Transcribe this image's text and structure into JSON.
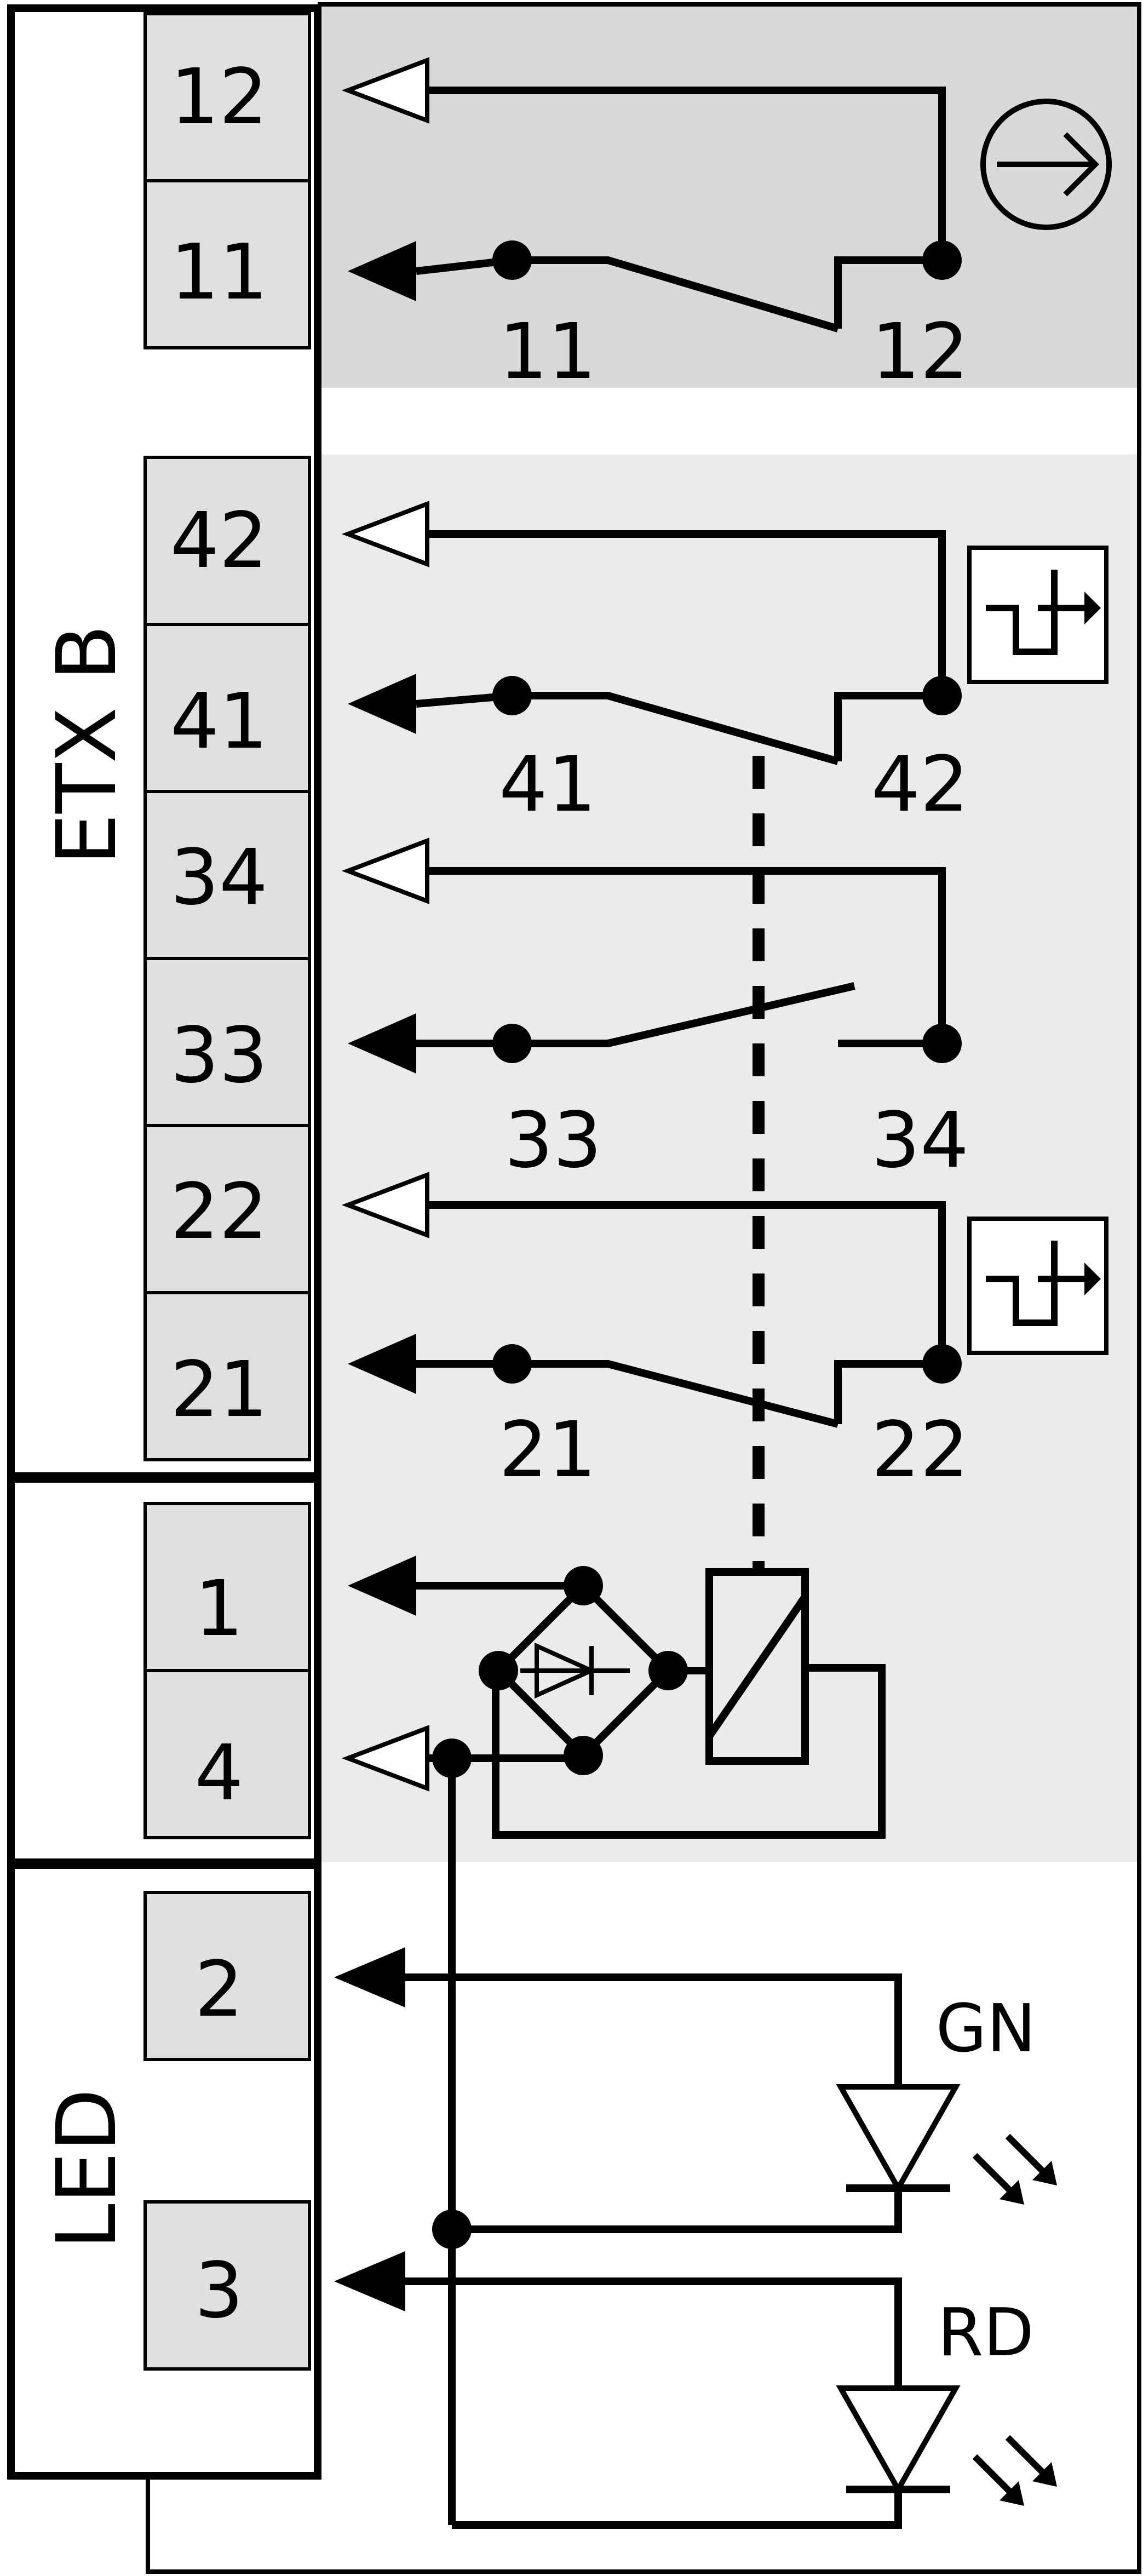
{
  "module_labels": {
    "etx": "ETX B",
    "led": "LED"
  },
  "terminals": {
    "t12": "12",
    "t11": "11",
    "t42": "42",
    "t41": "41",
    "t34": "34",
    "t33": "33",
    "t22": "22",
    "t21": "21",
    "t1": "1",
    "t4": "4",
    "t2": "2",
    "t3": "3"
  },
  "contacts": {
    "c11": "11",
    "c12": "12",
    "c41": "41",
    "c42": "42",
    "c33": "33",
    "c34": "34",
    "c21": "21",
    "c22": "22"
  },
  "leds": {
    "green": "GN",
    "red": "RD"
  },
  "colors": {
    "line": "#000000",
    "terminal_fill": "#e0e0e0",
    "zone_top": "#d9d9d9",
    "zone_main": "#ebebeb",
    "background": "#ffffff"
  },
  "icons": {
    "c11": "rotation-arrow-icon",
    "c41": "positive-opening-icon",
    "c21": "positive-opening-icon"
  }
}
